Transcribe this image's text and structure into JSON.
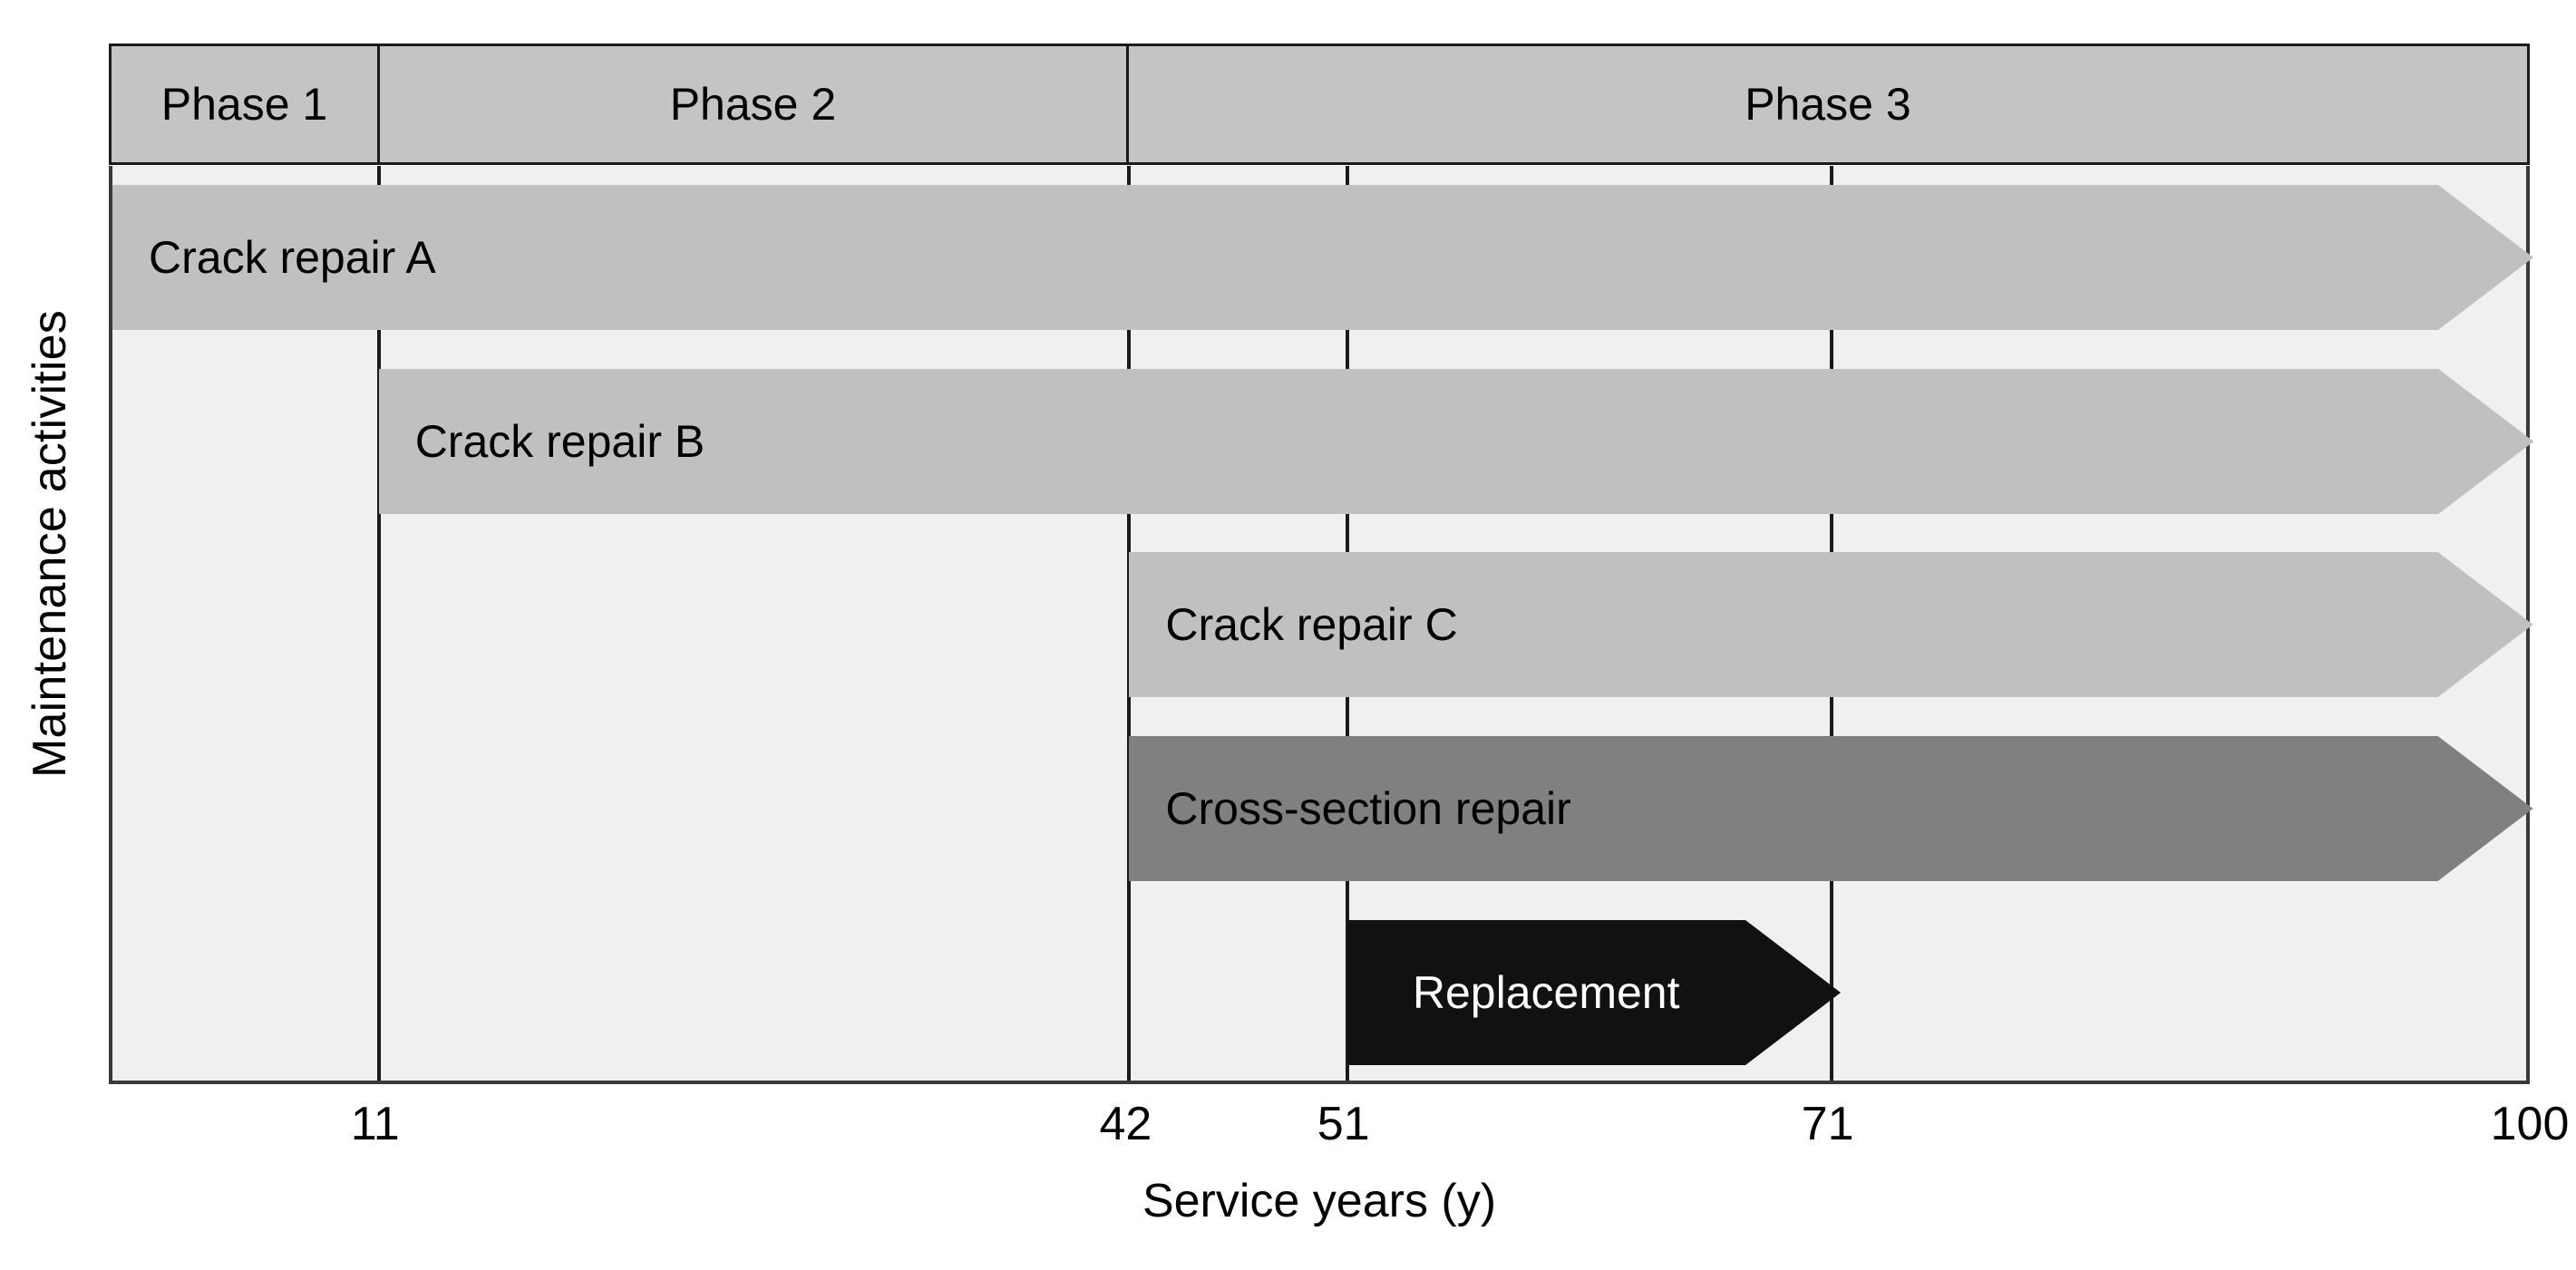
{
  "axes": {
    "ylabel": "Maintenance activities",
    "xlabel": "Service years (y)",
    "xticks": [
      11,
      42,
      51,
      71,
      100
    ],
    "xtick_labels": [
      "11",
      "42",
      "51",
      "71",
      "100"
    ],
    "xlim": [
      0,
      100
    ]
  },
  "phases": [
    {
      "label": "Phase 1",
      "start": 0,
      "end": 11
    },
    {
      "label": "Phase 2",
      "start": 11,
      "end": 42
    },
    {
      "label": "Phase 3",
      "start": 42,
      "end": 100
    }
  ],
  "colors": {
    "plot_background": "#f0f0f0",
    "header_background": "#c4c4c4",
    "light_gray_bar": "#c0c0c0",
    "dark_gray_bar": "#808080",
    "black_bar": "#111111",
    "border": "#3a3a3a",
    "separator": "#1a1a1a",
    "label_dark": "#000000",
    "label_light": "#ffffff"
  },
  "chart_data": {
    "type": "bar",
    "title": "",
    "xlabel": "Service years (y)",
    "ylabel": "Maintenance activities",
    "xlim": [
      0,
      100
    ],
    "grid": false,
    "legend": "none",
    "orientation": "horizontal",
    "xtick_values": [
      11,
      42,
      51,
      71,
      100
    ],
    "categories": [
      "Crack repair A",
      "Crack repair B",
      "Crack repair C",
      "Cross-section repair",
      "Replacement"
    ],
    "bars": [
      {
        "label": "Crack repair A",
        "start": 0,
        "end": 100,
        "color": "#c0c0c0",
        "text_color": "#000000",
        "arrow": true,
        "reaches_edge": true
      },
      {
        "label": "Crack repair B",
        "start": 11,
        "end": 100,
        "color": "#c0c0c0",
        "text_color": "#000000",
        "arrow": true,
        "reaches_edge": true
      },
      {
        "label": "Crack repair C",
        "start": 42,
        "end": 100,
        "color": "#c0c0c0",
        "text_color": "#000000",
        "arrow": true,
        "reaches_edge": true
      },
      {
        "label": "Cross-section repair",
        "start": 42,
        "end": 100,
        "color": "#808080",
        "text_color": "#000000",
        "arrow": true,
        "reaches_edge": true
      },
      {
        "label": "Replacement",
        "start": 51,
        "end": 71,
        "color": "#111111",
        "text_color": "#ffffff",
        "arrow": true,
        "reaches_edge": false
      }
    ]
  }
}
